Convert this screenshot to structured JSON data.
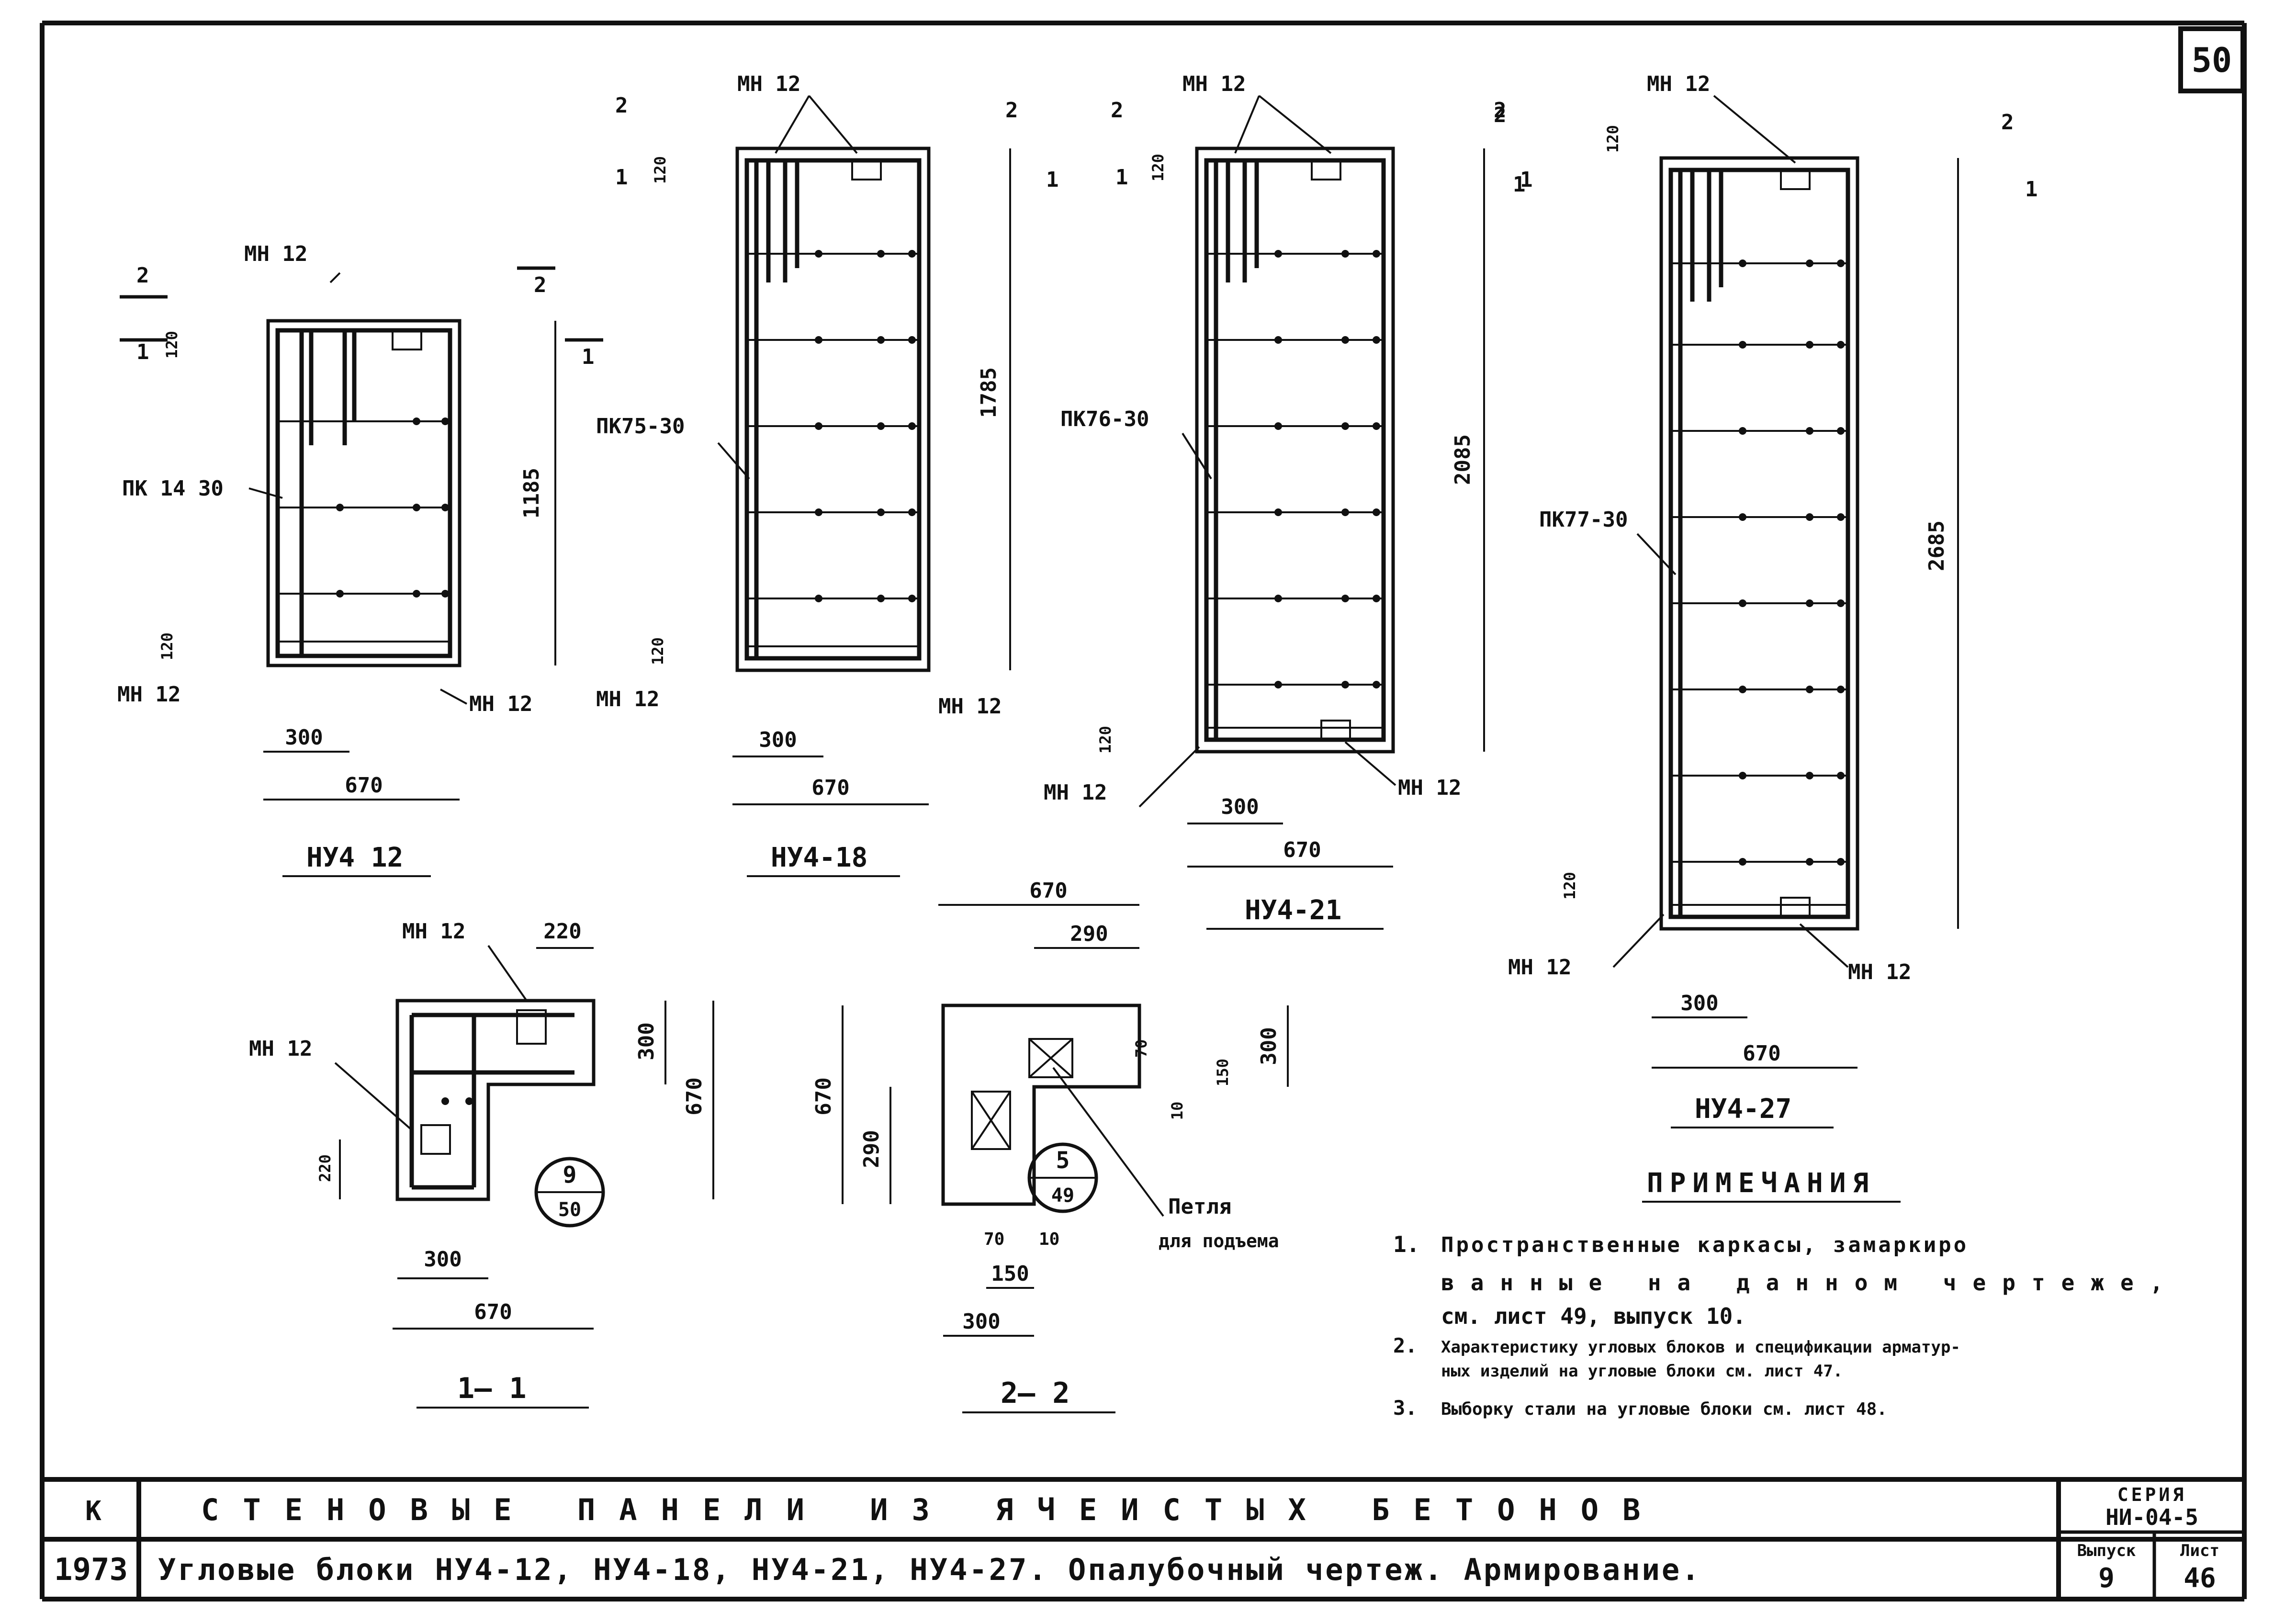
{
  "sheet": {
    "number": "50"
  },
  "drawings": {
    "b12": {
      "title": "НУ4 12",
      "frame": "ПК 14 30",
      "height": "1185",
      "plate_top": "МН 12",
      "plate_bl": "МН 12",
      "plate_br": "МН 12",
      "dim_300": "300",
      "dim_670": "670",
      "dim_120": "120",
      "sec1": "1",
      "sec2": "2"
    },
    "b18": {
      "title": "НУ4-18",
      "frame": "ПК75-30",
      "height": "1785",
      "plate_top": "МН 12",
      "plate_bl": "МН 12",
      "plate_br": "МН 12",
      "dim_300": "300",
      "dim_670": "670",
      "dim_120": "120",
      "sec1": "1",
      "sec2": "2"
    },
    "b21": {
      "title": "НУ4-21",
      "frame": "ПК76-30",
      "height": "2085",
      "plate_top": "МН 12",
      "plate_bl": "МН 12",
      "plate_br": "МН 12",
      "dim_300": "300",
      "dim_670": "670",
      "dim_120": "120",
      "sec1": "1",
      "sec2": "2"
    },
    "b27": {
      "title": "НУ4-27",
      "frame": "ПК77-30",
      "height": "2685",
      "plate_top": "МН 12",
      "plate_bl": "МН 12",
      "plate_br": "МН 12",
      "dim_300": "300",
      "dim_670": "670",
      "dim_120": "120",
      "sec1": "1",
      "sec2": "2"
    }
  },
  "section1": {
    "title": "1— 1",
    "plate_top": "МН 12",
    "plate_left": "МН 12",
    "dim_220_top": "220",
    "dim_220_left": "220",
    "dim_300_v": "300",
    "dim_670_v": "670",
    "dim_300_h": "300",
    "dim_670_h": "670",
    "ref_top": "9",
    "ref_bottom": "50"
  },
  "section2": {
    "title": "2— 2",
    "dim_670_top": "670",
    "dim_290_top": "290",
    "dim_670_v": "670",
    "dim_290_v": "290",
    "dim_70_v": "70",
    "dim_150_v": "150",
    "dim_10_v": "10",
    "dim_300_v": "300",
    "dim_70_h": "70",
    "dim_10_h": "10",
    "dim_150_h": "150",
    "dim_300_h": "300",
    "ref_top": "5",
    "ref_bottom": "49",
    "loop_line1": "Петля",
    "loop_line2": "для подъема"
  },
  "notes": {
    "heading": "ПРИМЕЧАНИЯ",
    "n1_num": "1.",
    "n1_l1": "Пространственные каркасы, замаркиро",
    "n1_l2": "ванные на данном чертеже,",
    "n1_l3": "см. лист 49, выпуск 10.",
    "n2_num": "2.",
    "n2_l1": "Характеристику угловых блоков и спецификации арматур-",
    "n2_l2": "ных изделий на угловые блоки см. лист 47.",
    "n3_num": "3.",
    "n3_l1": "Выборку стали на угловые блоки см. лист 48."
  },
  "title_block": {
    "corner_top": "К",
    "year": "1973",
    "row1": "СТЕНОВЫЕ ПАНЕЛИ ИЗ ЯЧЕИСТЫХ БЕТОНОВ",
    "row2": "Угловые блоки НУ4-12, НУ4-18, НУ4-21, НУ4-27. Опалубочный чертеж. Армирование.",
    "series_label": "СЕРИЯ",
    "series_value": "НИ-04-5",
    "issue_label": "Выпуск",
    "issue_value": "9",
    "sheet_label": "Лист",
    "sheet_value": "46"
  }
}
